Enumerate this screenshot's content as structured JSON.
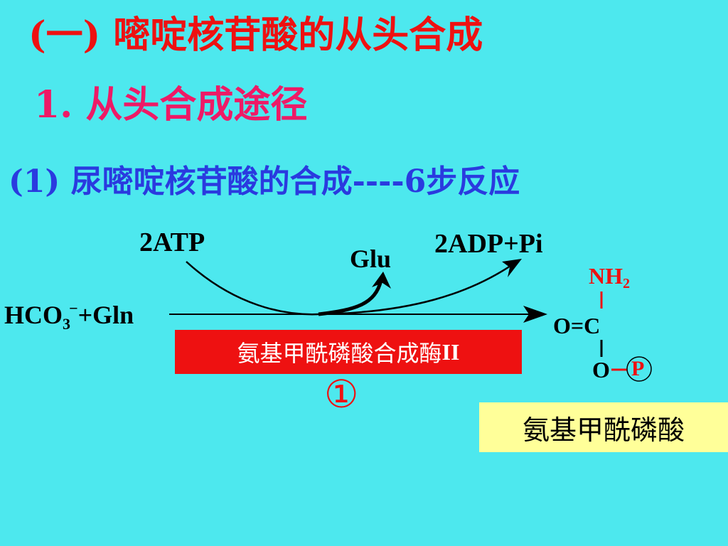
{
  "slide": {
    "title": "(一)  嘧啶核苷酸的从头合成",
    "subtitle": "1. 从头合成途径",
    "section": "(1)    尿嘧啶核苷酸的合成----6步反应"
  },
  "reaction": {
    "atp_label": "2ATP",
    "glu_label": "Glu",
    "adp_label": "2ADP+Pi",
    "reactant_hco": "HCO",
    "reactant_sub": "3",
    "reactant_sup": "−",
    "reactant_rest": "+Gln",
    "enzyme_cn": "氨基甲酰磷酸合成酶",
    "enzyme_roman": "II",
    "step_number": "①"
  },
  "product": {
    "nh": "NH",
    "nh_sub": "2",
    "oc": "O=C",
    "o": "O",
    "p": "P",
    "name": "氨基甲酰磷酸"
  },
  "colors": {
    "background": "#4de8ee",
    "title": "#ee1111",
    "subtitle": "#ee1a66",
    "section": "#2a3adf",
    "enzyme_box": "#ee1111",
    "product_box": "#ffff99"
  }
}
